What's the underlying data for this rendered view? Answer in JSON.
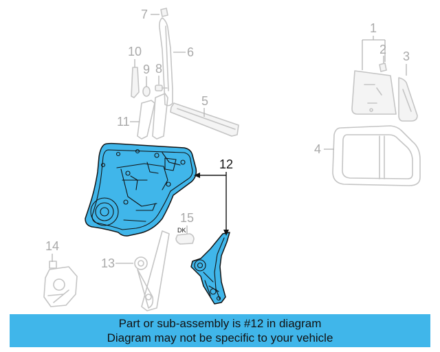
{
  "callouts": {
    "c1": "1",
    "c2": "2",
    "c3": "3",
    "c4": "4",
    "c5": "5",
    "c6": "6",
    "c7": "7",
    "c8": "8",
    "c9": "9",
    "c10": "10",
    "c11": "11",
    "c12": "12",
    "c13": "13",
    "c14": "14",
    "c15": "15"
  },
  "highlighted_part": "12",
  "banner": {
    "line1": "Part or sub-assembly is #12 in diagram",
    "line2": "Diagram may not be specific to your vehicle"
  },
  "colors": {
    "accent": "#40b6ea",
    "ghost": "#c4c4c4",
    "outline": "#111111"
  }
}
